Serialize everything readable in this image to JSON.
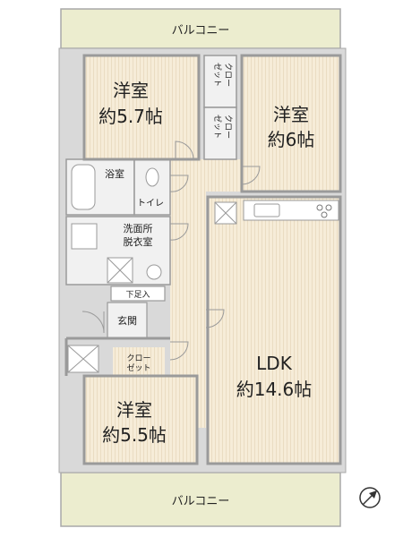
{
  "balcony_top": "バルコニー",
  "balcony_bottom": "バルコニー",
  "room_nw": {
    "name": "洋室",
    "size": "約5.7帖"
  },
  "room_ne": {
    "name": "洋室",
    "size": "約6帖"
  },
  "room_sw": {
    "name": "洋室",
    "size": "約5.5帖"
  },
  "ldk": {
    "name": "LDK",
    "size": "約14.6帖"
  },
  "closet_upper": [
    "クロー",
    "ゼット"
  ],
  "closet_lower": [
    "クロー",
    "ゼット"
  ],
  "closet_sw": [
    "クロー",
    "ゼット"
  ],
  "bath": "浴室",
  "toilet": "トイレ",
  "washroom": [
    "洗面所",
    "脱衣室"
  ],
  "shoe_box": "下足入",
  "entrance": "玄関",
  "colors": {
    "wall": "#9a9a9a",
    "floor": "#f6ecd8",
    "floor_stripe": "#eadcc2",
    "wet_area": "#f1f1f1",
    "balcony": "#ecedcf",
    "outline": "#bdbdbd"
  },
  "icons": [
    "kitchen-counter-icon",
    "stove-icon",
    "bathtub-icon",
    "toilet-icon",
    "washing-machine-pan-icon",
    "sink-icon",
    "shaft-icon",
    "compass-icon"
  ]
}
